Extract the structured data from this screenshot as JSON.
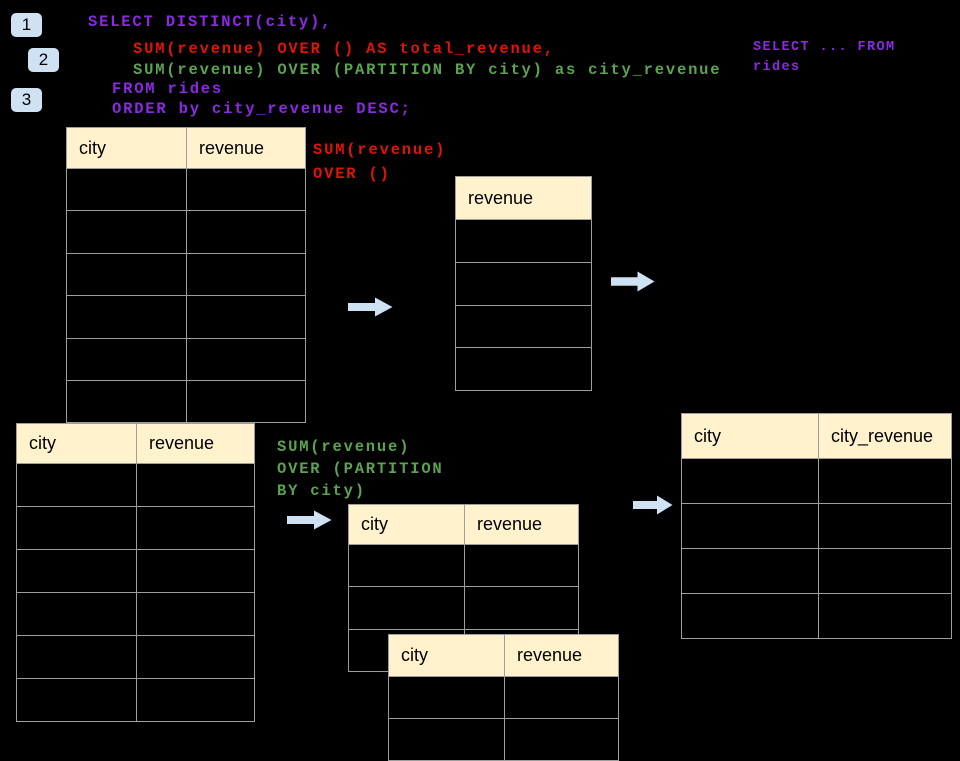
{
  "colors": {
    "bg": "#000000",
    "purple": "#8A2BE2",
    "red": "#DE1507",
    "green": "#5BA351",
    "header": "#FFF2CC",
    "border": "#9E9E9E",
    "badge": "#CFE2F3",
    "arrow": "#CFE2F3"
  },
  "badges": [
    {
      "label": "1"
    },
    {
      "label": "2"
    },
    {
      "label": "3"
    }
  ],
  "sql_code": {
    "lines": [
      {
        "text": "SELECT DISTINCT(city),",
        "color": "purple"
      },
      {
        "text": "SUM(revenue) OVER () AS total_revenue,",
        "color": "red"
      },
      {
        "text": "SUM(revenue) OVER (PARTITION BY city) as city_revenue",
        "color": "green"
      },
      {
        "text": "FROM rides",
        "color": "purple"
      },
      {
        "text": "ORDER by city_revenue DESC;",
        "color": "purple"
      }
    ]
  },
  "annotations": {
    "side_note": {
      "lines": [
        "SELECT ... FROM",
        "rides"
      ],
      "color": "purple"
    },
    "total_note": {
      "lines": [
        "SUM(revenue)",
        "OVER ()"
      ],
      "color": "red"
    },
    "partition_note": {
      "lines": [
        "SUM(revenue)",
        "OVER (PARTITION",
        "BY city)"
      ],
      "color": "green"
    }
  },
  "icons": {
    "arrow_right": "block-arrow-right"
  },
  "tables": {
    "source_top": {
      "columns": [
        "city",
        "revenue"
      ],
      "row_count": 6,
      "cells": []
    },
    "total_result": {
      "columns": [
        "revenue"
      ],
      "row_count": 4,
      "cells": []
    },
    "source_bottom": {
      "columns": [
        "city",
        "revenue"
      ],
      "row_count": 6,
      "cells": []
    },
    "partition_group_1": {
      "columns": [
        "city",
        "revenue"
      ],
      "row_count": 3,
      "cells": []
    },
    "partition_group_2": {
      "columns": [
        "city",
        "revenue"
      ],
      "row_count": 2,
      "cells": []
    },
    "partition_result": {
      "columns": [
        "city",
        "city_revenue"
      ],
      "row_count": 4,
      "cells": []
    }
  }
}
